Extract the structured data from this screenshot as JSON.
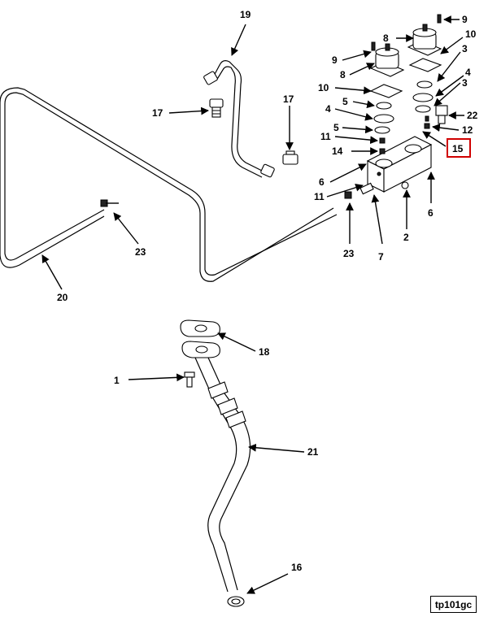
{
  "reference_code": "tp101gc",
  "callouts": [
    "19",
    "9",
    "8",
    "10",
    "3",
    "9",
    "8",
    "10",
    "4",
    "5",
    "3",
    "4",
    "5",
    "22",
    "17",
    "17",
    "11",
    "12",
    "14",
    "15",
    "6",
    "11",
    "6",
    "23",
    "23",
    "7",
    "2",
    "20",
    "18",
    "1",
    "21",
    "16"
  ],
  "highlighted_callout": "15",
  "highlight_color": "#d00000"
}
